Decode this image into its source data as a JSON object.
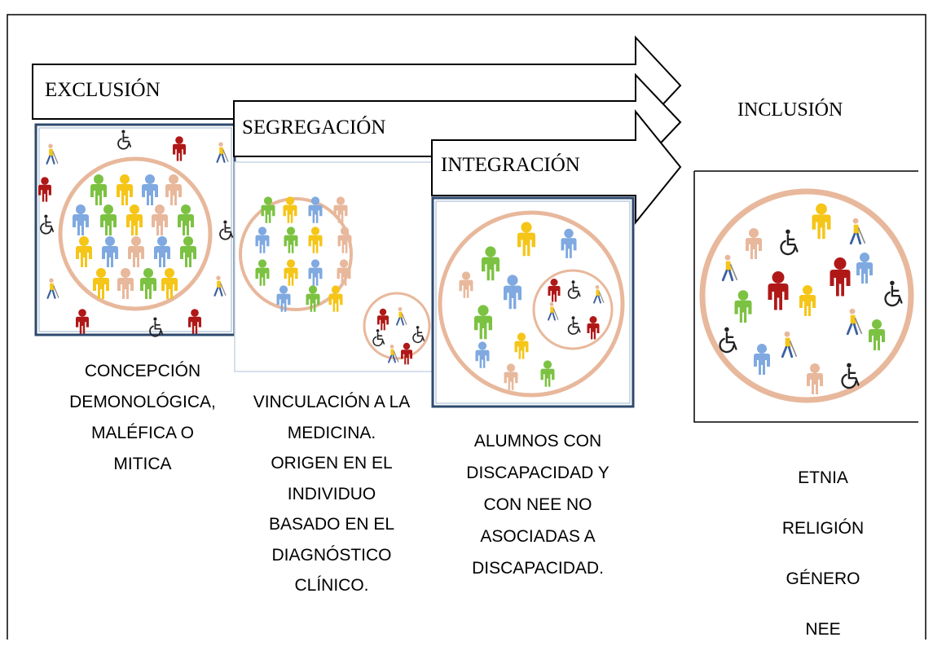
{
  "stages": [
    {
      "title": "EXCLUSIÓN",
      "description": [
        "CONCEPCIÓN",
        "DEMONOLÓGICA,",
        "MALÉFICA O",
        "MITICA"
      ]
    },
    {
      "title": "SEGREGACIÓN",
      "description": [
        "VINCULACIÓN A LA",
        "MEDICINA.",
        "ORIGEN EN EL",
        "INDIVIDUO",
        "BASADO EN EL",
        "DIAGNÓSTICO",
        "CLÍNICO."
      ]
    },
    {
      "title": "INTEGRACIÓN",
      "description": [
        "ALUMNOS CON",
        "DISCAPACIDAD Y",
        "CON NEE NO",
        "ASOCIADAS A",
        "DISCAPACIDAD."
      ]
    },
    {
      "title": "INCLUSIÓN",
      "description": [
        "ETNIA",
        "RELIGIÓN",
        "GÉNERO",
        "NEE"
      ]
    }
  ],
  "colors": {
    "circle": "#e8b89c",
    "green": "#7cc242",
    "yellow": "#f5c518",
    "blue": "#7fa9e0",
    "peach": "#e8b89c",
    "red": "#b01818",
    "frame_border": "#2e4a6e",
    "wheelchair": "#222222"
  },
  "icons": [
    "person-icon",
    "wheelchair-user-icon",
    "blind-person-cane-icon"
  ]
}
